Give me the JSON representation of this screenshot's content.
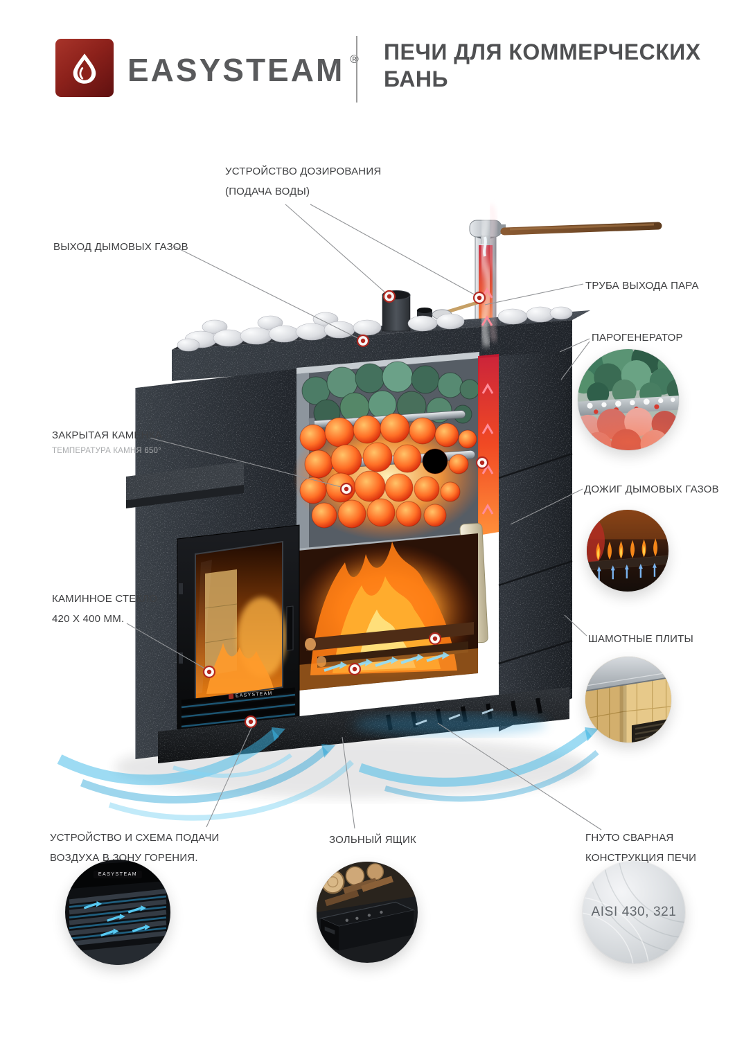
{
  "header": {
    "brand": "EASYSTEAM",
    "registered_mark": "®",
    "title_line1": "ПЕЧИ ДЛЯ КОММЕРЧЕСКИХ",
    "title_line2": "БАНЬ"
  },
  "callouts": {
    "dosing_device": {
      "line1": "УСТРОЙСТВО ДОЗИРОВАНИЯ",
      "line2": "(ПОДАЧА ВОДЫ)"
    },
    "flue_gas_outlet": {
      "label": "ВЫХОД ДЫМОВЫХ ГАЗОВ"
    },
    "steam_outlet_pipe": {
      "label": "ТРУБА ВЫХОДА ПАРА"
    },
    "steam_generator": {
      "label": "ПАРОГЕНЕРАТОР"
    },
    "closed_stone_chamber": {
      "label": "ЗАКРЫТАЯ КАМЕНКА",
      "sublabel": "ТЕМПЕРАТУРА КАМНЯ 650°"
    },
    "flue_gas_afterburning": {
      "label": "ДОЖИГ ДЫМОВЫХ ГАЗОВ"
    },
    "fireplace_glass": {
      "line1": "КАМИННОЕ СТЕКЛО",
      "line2": "420 Х 400 ММ."
    },
    "chamotte_plates": {
      "label": "ШАМОТНЫЕ ПЛИТЫ"
    },
    "air_supply": {
      "line1": "УСТРОЙСТВО И СХЕМА ПОДАЧИ",
      "line2": "ВОЗДУХА В ЗОНУ ГОРЕНИЯ."
    },
    "ash_box": {
      "label": "ЗОЛЬНЫЙ ЯЩИК"
    },
    "welded_construction": {
      "line1": "ГНУТО СВАРНАЯ",
      "line2": "КОНСТРУКЦИЯ ПЕЧИ"
    },
    "steel_grade": {
      "label": "AISI 430, 321"
    }
  },
  "stove": {
    "door_logo": "EASYSTEAM",
    "air_inset_logo": "EASYSTEAM"
  },
  "colors": {
    "brand_red": "#8c211b",
    "label_gray": "#3d3e40",
    "accent_blue": "#35b5e8",
    "fire_orange": "#ff7d14",
    "stone_dark": "#25282d"
  }
}
